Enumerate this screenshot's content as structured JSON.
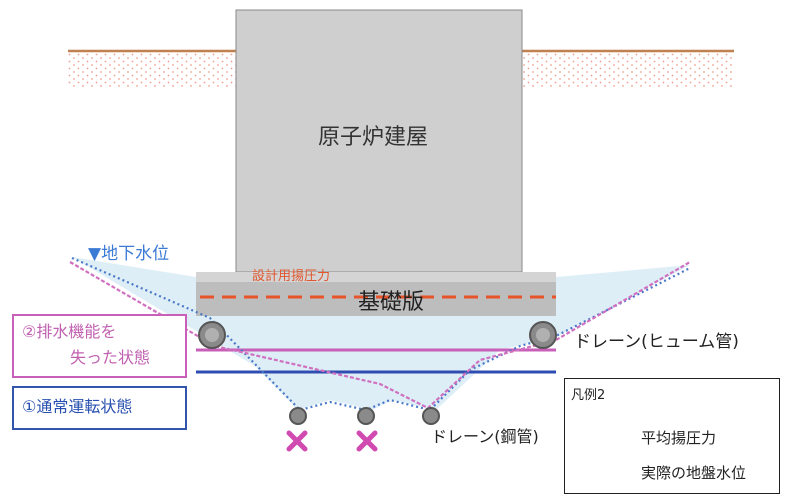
{
  "labels": {
    "building": "原子炉建屋",
    "slab": "基礎版",
    "design_uplift": "設計用揚圧力",
    "groundwater": "▼地下水位",
    "drain_hume": "ドレーン(ヒューム管)",
    "drain_steel": "ドレーン(鋼管)"
  },
  "states": {
    "lost": {
      "line1": "②排水機能を",
      "line2": "失った状態"
    },
    "normal": {
      "line1": "①通常運転状態"
    }
  },
  "legend": {
    "title": "凡例2",
    "avg_uplift": "平均揚圧力",
    "actual_gw": "実際の地盤水位"
  },
  "colors": {
    "ground_line": "#c08050",
    "soil_dots": "#f0a090",
    "building": "#cfcfcf",
    "slab": "#bdbdbd",
    "water_region": "#d8ebf6",
    "design_line": "#e8542a",
    "state_lost": "#c85fb8",
    "state_normal": "#3355aa",
    "groundwater_label": "#3b7bd6",
    "failure_mark": "#d04ab0"
  }
}
